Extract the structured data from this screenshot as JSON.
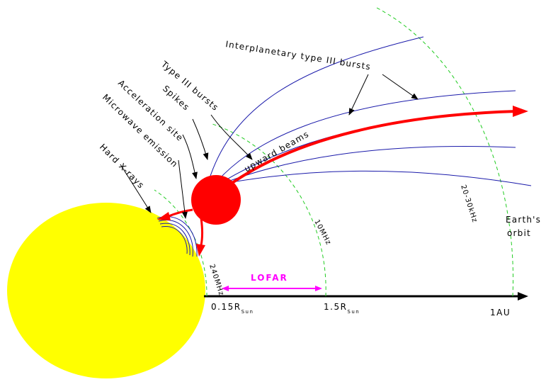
{
  "labels": {
    "interplanetary": "Interplanetary type III bursts",
    "type3": "Type III bursts",
    "spikes": "Spikes",
    "acceleration": "Acceleration site",
    "microwave": "Microwave emission",
    "hardxray": "Hard X-rays",
    "upward": "upward beams",
    "earth1": "Earth's",
    "earth2": "orbit"
  },
  "frequencies": {
    "f240": "240MHz",
    "f10": "10MHz",
    "f2030": "20-30kHz"
  },
  "axis": {
    "r015": "0.15R",
    "r15": "1.5R",
    "sun_sub": "Sun",
    "au": "1AU"
  },
  "lofar": "LOFAR",
  "colors": {
    "sun": "#ffff00",
    "source": "#ff0000",
    "field_lines": "#1a1aaa",
    "arcs": "#22cc22",
    "lofar": "#ff00ff"
  }
}
